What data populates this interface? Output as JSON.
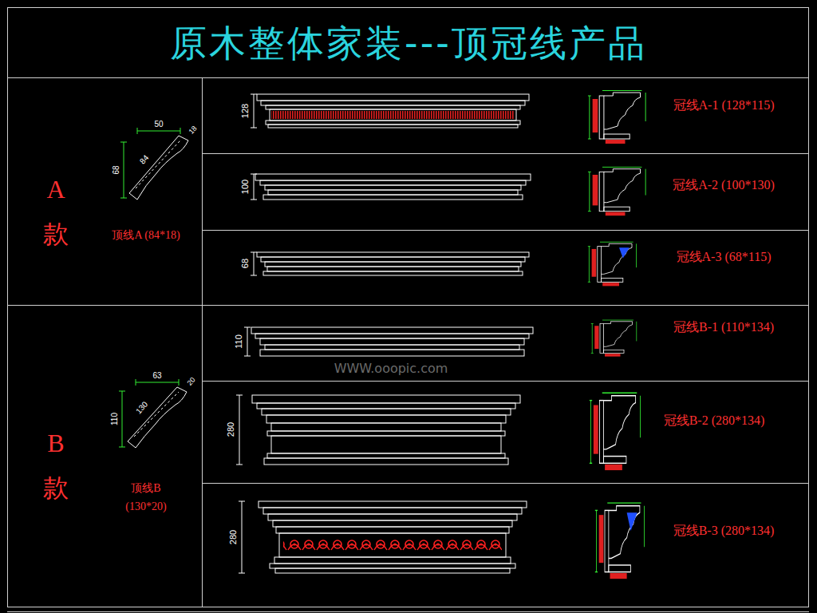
{
  "diagram": {
    "title": "原木整体家装---顶冠线产品",
    "nodes": [
      {
        "text": [
          "A 款",
          "顶线A (84*18)"
        ]
      },
      {
        "text": [
          "B 款",
          "顶线B (130*20)"
        ]
      },
      {
        "text": [
          "冠线A-1 (128*115)"
        ]
      },
      {
        "text": [
          "冠线A-2 (100*130)"
        ]
      },
      {
        "text": [
          "冠线A-3 (68*115)"
        ]
      },
      {
        "text": [
          "冠线B-1 (110*134)"
        ]
      },
      {
        "text": [
          "冠线B-2 (280*134)"
        ]
      },
      {
        "text": [
          "冠线B-3 (280*134)"
        ]
      }
    ],
    "labels": [
      "128",
      "100",
      "68",
      "110",
      "280",
      "280",
      "50",
      "84",
      "68",
      "18",
      "63",
      "130",
      "110",
      "20",
      "WWW.ooopic.com"
    ]
  }
}
